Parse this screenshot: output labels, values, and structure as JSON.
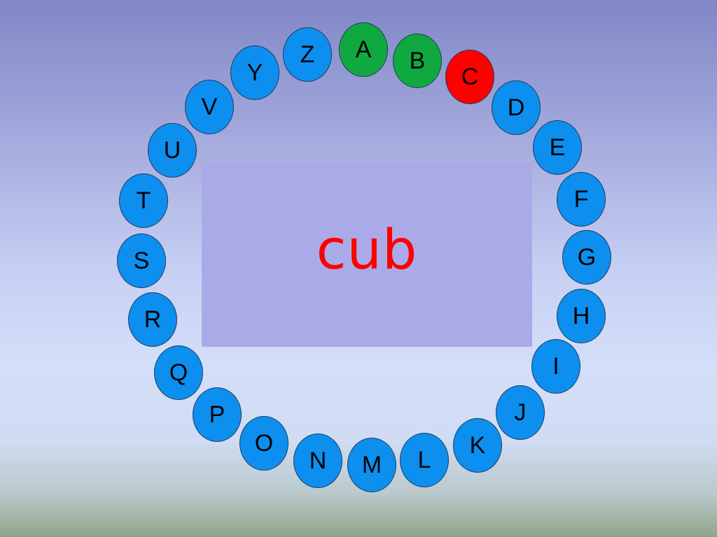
{
  "word": "cub",
  "colors": {
    "default": "#0d8fef",
    "done": "#10a940",
    "current": "#ff0000"
  },
  "letters": [
    {
      "char": "A",
      "state": "done"
    },
    {
      "char": "B",
      "state": "done"
    },
    {
      "char": "C",
      "state": "current"
    },
    {
      "char": "D",
      "state": "default"
    },
    {
      "char": "E",
      "state": "default"
    },
    {
      "char": "F",
      "state": "default"
    },
    {
      "char": "G",
      "state": "default"
    },
    {
      "char": "H",
      "state": "default"
    },
    {
      "char": "I",
      "state": "default"
    },
    {
      "char": "J",
      "state": "default"
    },
    {
      "char": "K",
      "state": "default"
    },
    {
      "char": "L",
      "state": "default"
    },
    {
      "char": "M",
      "state": "default"
    },
    {
      "char": "N",
      "state": "default"
    },
    {
      "char": "O",
      "state": "default"
    },
    {
      "char": "P",
      "state": "default"
    },
    {
      "char": "Q",
      "state": "default"
    },
    {
      "char": "R",
      "state": "default"
    },
    {
      "char": "S",
      "state": "default"
    },
    {
      "char": "T",
      "state": "default"
    },
    {
      "char": "U",
      "state": "default"
    },
    {
      "char": "V",
      "state": "default"
    },
    {
      "char": "Y",
      "state": "default"
    },
    {
      "char": "Z",
      "state": "default"
    }
  ]
}
